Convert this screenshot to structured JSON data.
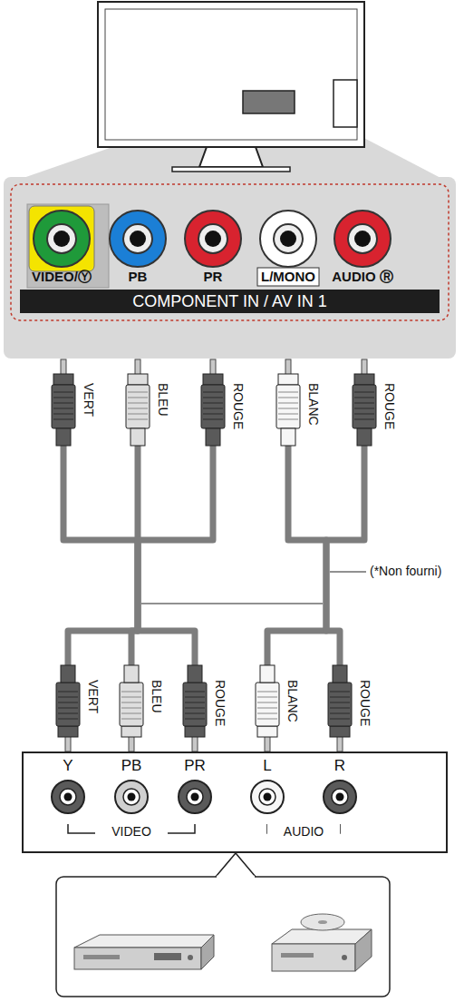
{
  "diagram": {
    "nodes": [
      {
        "text": [
          "VIDEO/Ⓨ",
          "PB",
          "PR",
          "L/MONO",
          "AUDIO Ⓡ",
          "COMPONENT IN / AV IN 1"
        ]
      },
      {
        "text": [
          "VERT"
        ]
      },
      {
        "text": [
          "BLEU"
        ]
      },
      {
        "text": [
          "ROUGE"
        ]
      },
      {
        "text": [
          "BLANC"
        ]
      },
      {
        "text": [
          "ROUGE"
        ]
      },
      {
        "text": [
          "VERT"
        ]
      },
      {
        "text": [
          "BLEU"
        ]
      },
      {
        "text": [
          "ROUGE"
        ]
      },
      {
        "text": [
          "BLANC"
        ]
      },
      {
        "text": [
          "ROUGE"
        ]
      },
      {
        "text": [
          "Y",
          "PB",
          "PR",
          "L",
          "R",
          "VIDEO",
          "AUDIO"
        ]
      }
    ],
    "edges": [
      {
        "from": 1,
        "to": 6,
        "arrow": "none"
      },
      {
        "from": 2,
        "to": 7,
        "arrow": "none"
      },
      {
        "from": 3,
        "to": 8,
        "arrow": "none"
      },
      {
        "from": 4,
        "to": 9,
        "arrow": "none"
      },
      {
        "from": 5,
        "to": 10,
        "arrow": "none"
      }
    ],
    "labels": [
      "(*Non fourni)"
    ]
  }
}
